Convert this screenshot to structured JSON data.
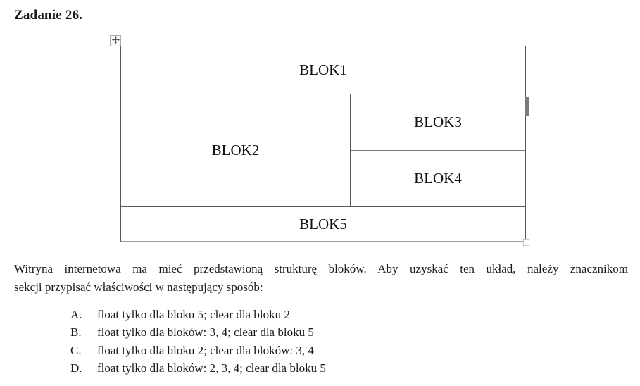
{
  "title": "Zadanie 26.",
  "diagram": {
    "blocks": [
      {
        "label": "BLOK1"
      },
      {
        "label": "BLOK2"
      },
      {
        "label": "BLOK3"
      },
      {
        "label": "BLOK4"
      },
      {
        "label": "BLOK5"
      }
    ],
    "border_color": "#595959",
    "handle_bar_color": "#7b7b7b"
  },
  "question": {
    "line1": "Witryna internetowa ma mieć przedstawioną strukturę bloków. Aby uzyskać ten układ, należy znacznikom",
    "line2": "sekcji przypisać właściwości w następujący sposób:"
  },
  "options": [
    {
      "letter": "A.",
      "text": "float tylko dla bloku 5; clear dla bloku 2"
    },
    {
      "letter": "B.",
      "text": "float tylko dla bloków: 3, 4; clear dla bloku 5"
    },
    {
      "letter": "C.",
      "text": "float tylko dla bloku 2; clear dla bloków: 3, 4"
    },
    {
      "letter": "D.",
      "text": "float tylko dla bloków: 2, 3, 4; clear dla bloku 5"
    }
  ],
  "colors": {
    "text": "#1a1a1a",
    "background": "#ffffff"
  }
}
